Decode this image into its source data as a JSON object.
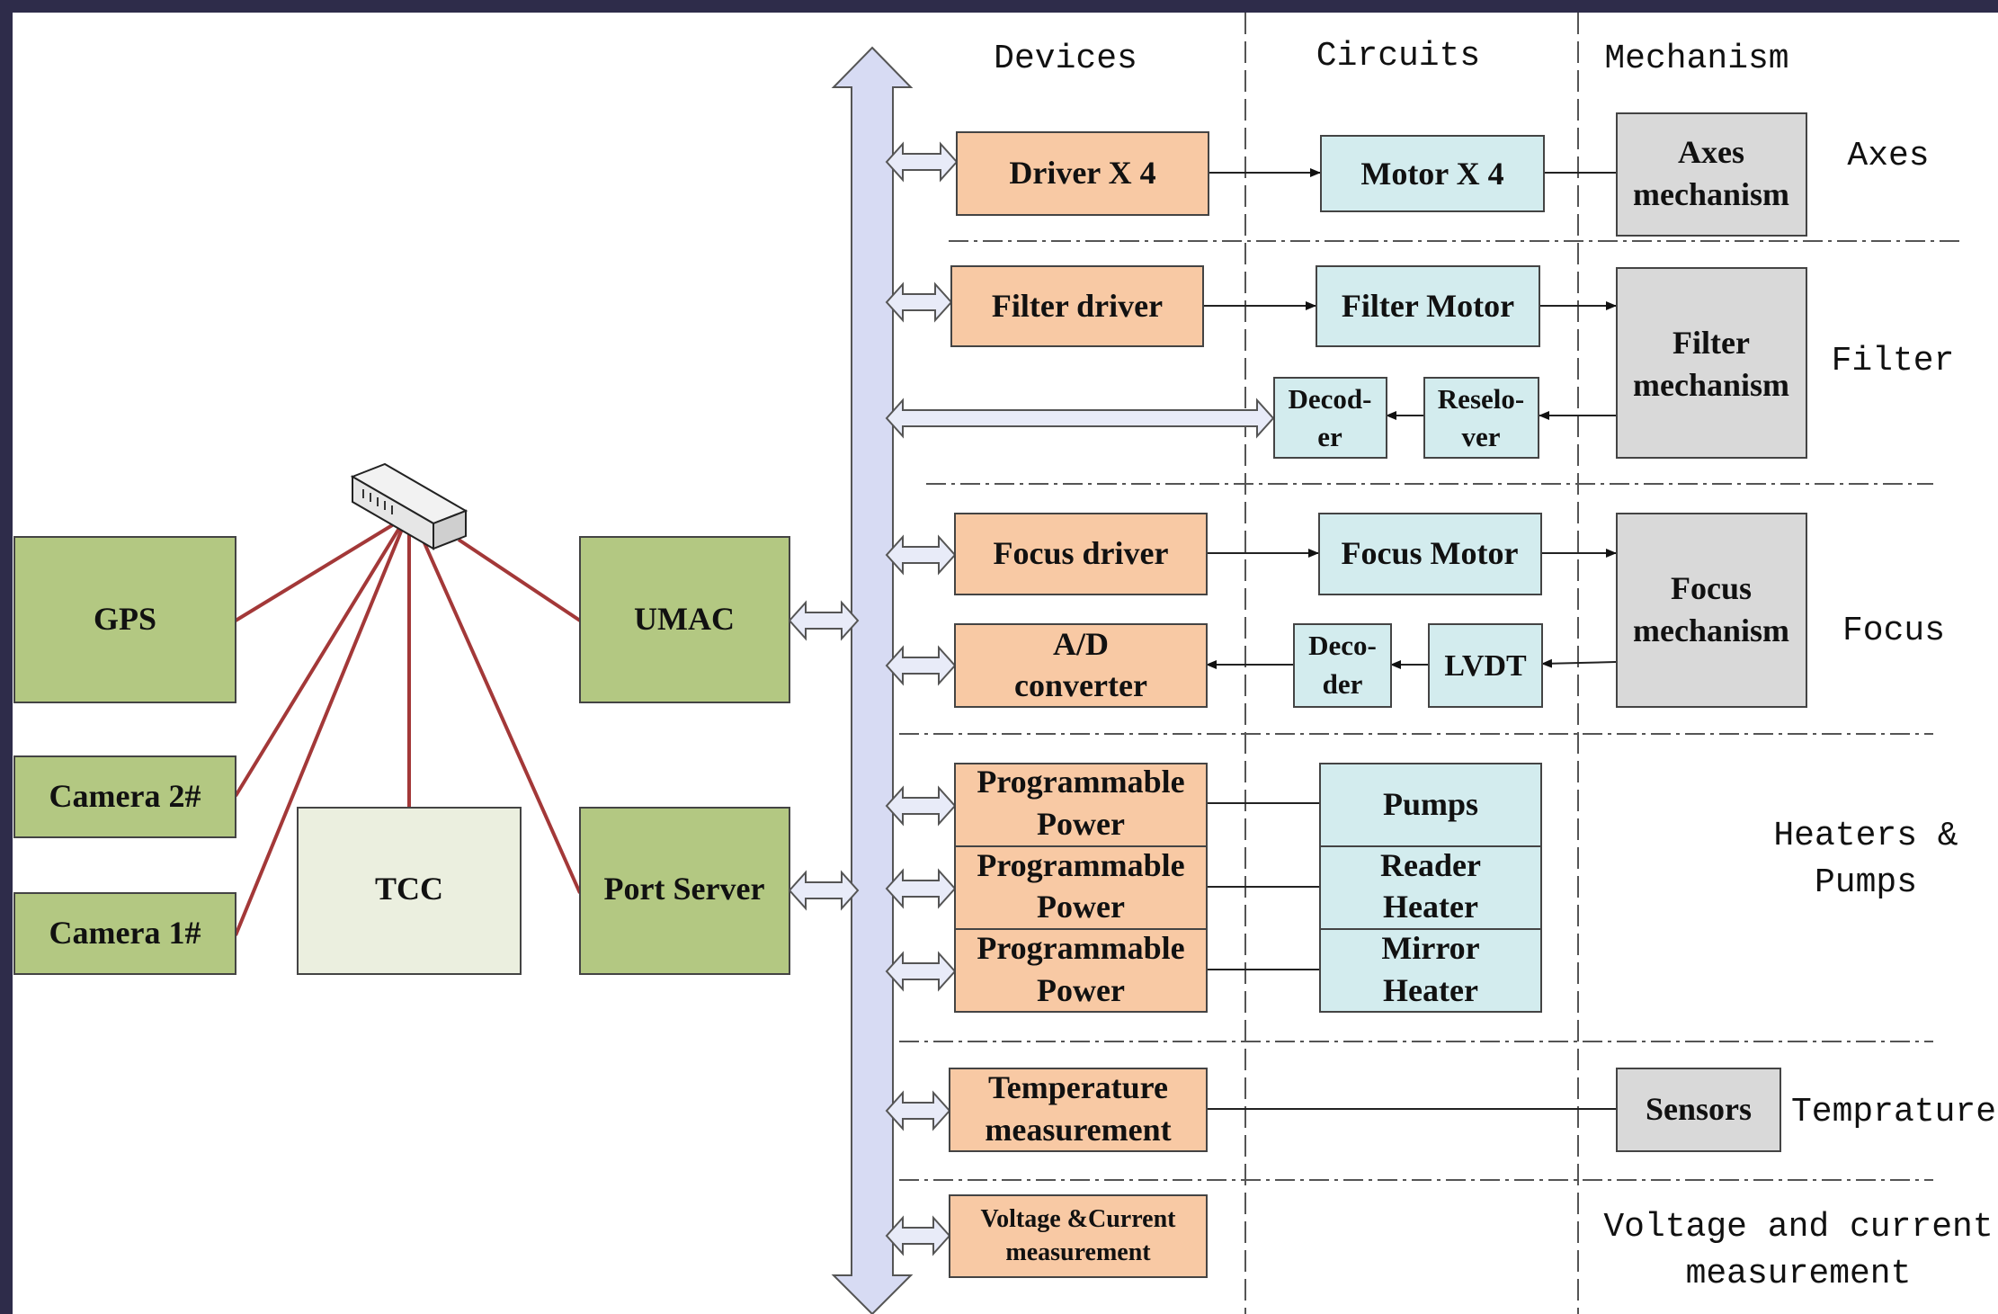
{
  "headers": {
    "devices": "Devices",
    "circuits": "Circuits",
    "mechanism": "Mechanism"
  },
  "colors": {
    "green": "#b3c882",
    "orange": "#f8c9a4",
    "teal": "#d3ecee",
    "gray": "#d9d9d9",
    "tcc": "#ebefdf",
    "bus": "#d7dbf3",
    "line_red": "#a33838"
  },
  "left": {
    "gps": "GPS",
    "camera2": "Camera 2#",
    "camera1": "Camera 1#",
    "tcc": "TCC",
    "umac": "UMAC",
    "port_server": "Port Server",
    "switch_icon": "network-switch-icon"
  },
  "devices": {
    "driver_x4": "Driver X 4",
    "filter_driver": "Filter driver",
    "focus_driver": "Focus driver",
    "ad_l1": "A/D",
    "ad_l2": "converter",
    "pp1_l1": "Programmable",
    "pp1_l2": "Power",
    "pp2_l1": "Programmable",
    "pp2_l2": "Power",
    "pp3_l1": "Programmable",
    "pp3_l2": "Power",
    "temp_l1": "Temperature",
    "temp_l2": "measurement",
    "volt_l1": "Voltage &Current",
    "volt_l2": "measurement"
  },
  "circuits": {
    "motor_x4": "Motor X 4",
    "filter_motor": "Filter Motor",
    "decoder1_l1": "Decod-",
    "decoder1_l2": "er",
    "reselover_l1": "Reselo-",
    "reselover_l2": "ver",
    "focus_motor": "Focus Motor",
    "decoder2_l1": "Deco-",
    "decoder2_l2": "der",
    "lvdt": "LVDT",
    "pumps": "Pumps",
    "reader_l1": "Reader",
    "reader_l2": "Heater",
    "mirror_l1": "Mirror",
    "mirror_l2": "Heater"
  },
  "mechanism": {
    "axes_l1": "Axes",
    "axes_l2": "mechanism",
    "filter_l1": "Filter",
    "filter_l2": "mechanism",
    "focus_l1": "Focus",
    "focus_l2": "mechanism",
    "sensors": "Sensors"
  },
  "categories": {
    "axes": "Axes",
    "filter": "Filter",
    "focus": "Focus",
    "heaters_l1": "Heaters &",
    "heaters_l2": "Pumps",
    "temp": "Temprature",
    "volt_l1": "Voltage and current",
    "volt_l2": "measurement"
  }
}
